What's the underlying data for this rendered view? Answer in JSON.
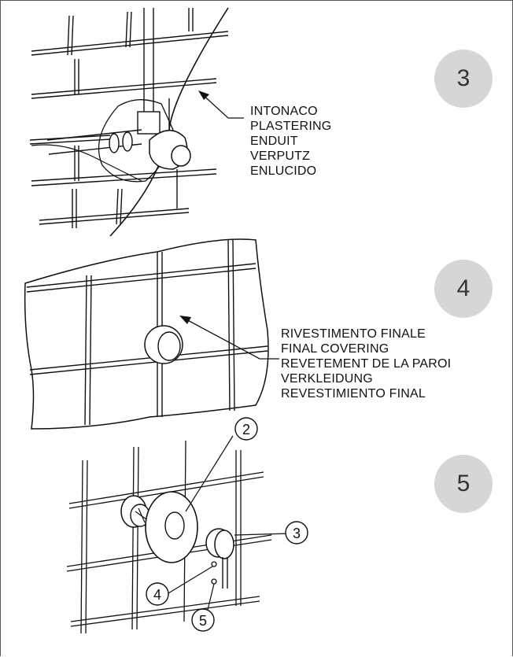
{
  "steps": {
    "step3": "3",
    "step4": "4",
    "step5": "5"
  },
  "labels": {
    "plastering": [
      "INTONACO",
      "PLASTERING",
      "ENDUIT",
      "VERPUTZ",
      "ENLUCIDO"
    ],
    "covering": [
      "RIVESTIMENTO FINALE",
      "FINAL COVERING",
      "REVETEMENT DE LA PAROI",
      "VERKLEIDUNG",
      "REVESTIMIENTO FINAL"
    ]
  },
  "parts": {
    "p2": "2",
    "p3": "3",
    "p4": "4",
    "p5": "5"
  }
}
